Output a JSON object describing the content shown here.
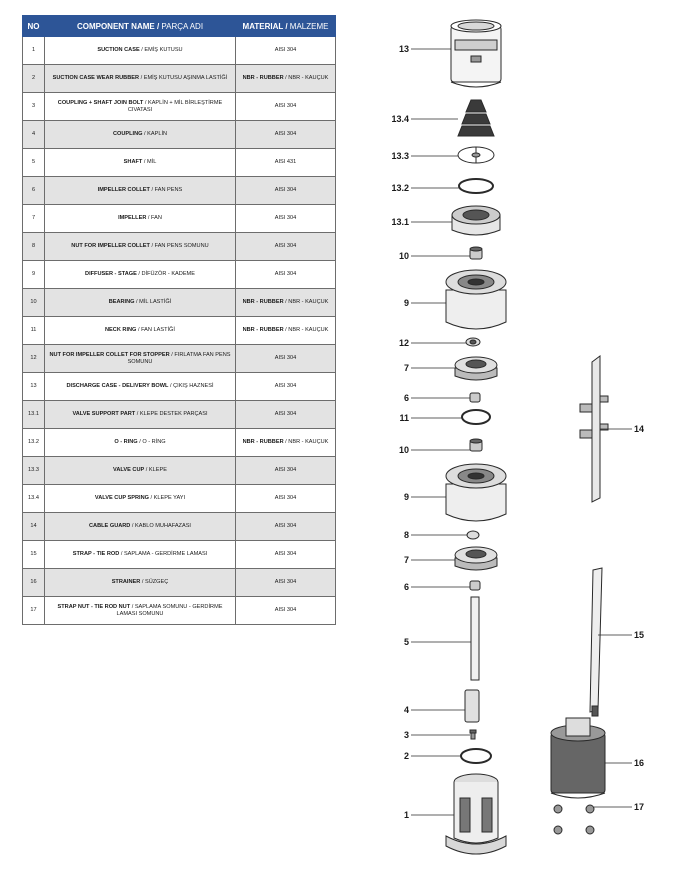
{
  "table": {
    "headers": {
      "no": "NO",
      "name_en": "COMPONENT NAME",
      "name_tr": "PARÇA ADI",
      "mat_en": "MATERIAL",
      "mat_tr": "MALZEME"
    },
    "rows": [
      {
        "no": "1",
        "name_en": "SUCTION CASE",
        "name_tr": "EMİŞ KUTUSU",
        "mat_en": "AISI 304",
        "mat_tr": ""
      },
      {
        "no": "2",
        "name_en": "SUCTION CASE WEAR RUBBER",
        "name_tr": "EMİŞ KUTUSU AŞINMA LASTİĞİ",
        "mat_en": "NBR - RUBBER",
        "mat_tr": "NBR - KAUÇUK"
      },
      {
        "no": "3",
        "name_en": "COUPLING + SHAFT JOIN BOLT",
        "name_tr": "KAPLİN + MİL BİRLEŞTİRME CIVATASI",
        "mat_en": "AISI 304",
        "mat_tr": ""
      },
      {
        "no": "4",
        "name_en": "COUPLING",
        "name_tr": "KAPLİN",
        "mat_en": "AISI 304",
        "mat_tr": ""
      },
      {
        "no": "5",
        "name_en": "SHAFT",
        "name_tr": "MİL",
        "mat_en": "AISI 431",
        "mat_tr": ""
      },
      {
        "no": "6",
        "name_en": "IMPELLER COLLET",
        "name_tr": "FAN PENS",
        "mat_en": "AISI 304",
        "mat_tr": ""
      },
      {
        "no": "7",
        "name_en": "IMPELLER",
        "name_tr": "FAN",
        "mat_en": "AISI 304",
        "mat_tr": ""
      },
      {
        "no": "8",
        "name_en": "NUT FOR IMPELLER COLLET",
        "name_tr": "FAN PENS SOMUNU",
        "mat_en": "AISI 304",
        "mat_tr": ""
      },
      {
        "no": "9",
        "name_en": "DIFFUSER - STAGE",
        "name_tr": "DİFÜZÖR - KADEME",
        "mat_en": "AISI 304",
        "mat_tr": ""
      },
      {
        "no": "10",
        "name_en": "BEARING",
        "name_tr": "MİL LASTİĞİ",
        "mat_en": "NBR - RUBBER",
        "mat_tr": "NBR - KAUÇUK"
      },
      {
        "no": "11",
        "name_en": "NECK RING",
        "name_tr": "FAN LASTİĞİ",
        "mat_en": "NBR - RUBBER",
        "mat_tr": "NBR - KAUÇUK"
      },
      {
        "no": "12",
        "name_en": "NUT FOR IMPELLER COLLET FOR STOPPER",
        "name_tr": "FIRLATMA FAN PENS SOMUNU",
        "mat_en": "AISI 304",
        "mat_tr": ""
      },
      {
        "no": "13",
        "name_en": "DISCHARGE CASE - DELIVERY BOWL",
        "name_tr": "ÇIKIŞ HAZNESİ",
        "mat_en": "AISI 304",
        "mat_tr": ""
      },
      {
        "no": "13.1",
        "name_en": "VALVE SUPPORT PART",
        "name_tr": "KLEPE DESTEK PARÇASI",
        "mat_en": "AISI 304",
        "mat_tr": ""
      },
      {
        "no": "13.2",
        "name_en": "O - RING",
        "name_tr": "O - RİNG",
        "mat_en": "NBR - RUBBER",
        "mat_tr": "NBR - KAUÇUK"
      },
      {
        "no": "13.3",
        "name_en": "VALVE CUP",
        "name_tr": "KLEPE",
        "mat_en": "AISI 304",
        "mat_tr": ""
      },
      {
        "no": "13.4",
        "name_en": "VALVE CUP SPRING",
        "name_tr": "KLEPE YAYI",
        "mat_en": "AISI 304",
        "mat_tr": ""
      },
      {
        "no": "14",
        "name_en": "CABLE GUARD",
        "name_tr": "KABLO MUHAFAZASI",
        "mat_en": "AISI 304",
        "mat_tr": ""
      },
      {
        "no": "15",
        "name_en": "STRAP - TIE ROD",
        "name_tr": "SAPLAMA - GERDİRME LAMASI",
        "mat_en": "AISI 304",
        "mat_tr": ""
      },
      {
        "no": "16",
        "name_en": "STRAINER",
        "name_tr": "SÜZGEÇ",
        "mat_en": "AISI 304",
        "mat_tr": ""
      },
      {
        "no": "17",
        "name_en": "STRAP NUT - TIE ROD NUT",
        "name_tr": "SAPLAMA SOMUNU - GERDİRME LAMASI SOMUNU",
        "mat_en": "AISI 304",
        "mat_tr": ""
      }
    ]
  },
  "diagram": {
    "labels": [
      {
        "id": "13",
        "text": "13"
      },
      {
        "id": "13.4",
        "text": "13.4"
      },
      {
        "id": "13.3",
        "text": "13.3"
      },
      {
        "id": "13.2",
        "text": "13.2"
      },
      {
        "id": "13.1",
        "text": "13.1"
      },
      {
        "id": "10a",
        "text": "10"
      },
      {
        "id": "9a",
        "text": "9"
      },
      {
        "id": "12",
        "text": "12"
      },
      {
        "id": "7a",
        "text": "7"
      },
      {
        "id": "6a",
        "text": "6"
      },
      {
        "id": "11",
        "text": "11"
      },
      {
        "id": "10b",
        "text": "10"
      },
      {
        "id": "9b",
        "text": "9"
      },
      {
        "id": "8",
        "text": "8"
      },
      {
        "id": "7b",
        "text": "7"
      },
      {
        "id": "6b",
        "text": "6"
      },
      {
        "id": "5",
        "text": "5"
      },
      {
        "id": "4",
        "text": "4"
      },
      {
        "id": "3",
        "text": "3"
      },
      {
        "id": "2",
        "text": "2"
      },
      {
        "id": "1",
        "text": "1"
      },
      {
        "id": "14",
        "text": "14"
      },
      {
        "id": "15",
        "text": "15"
      },
      {
        "id": "16",
        "text": "16"
      },
      {
        "id": "17",
        "text": "17"
      }
    ]
  }
}
